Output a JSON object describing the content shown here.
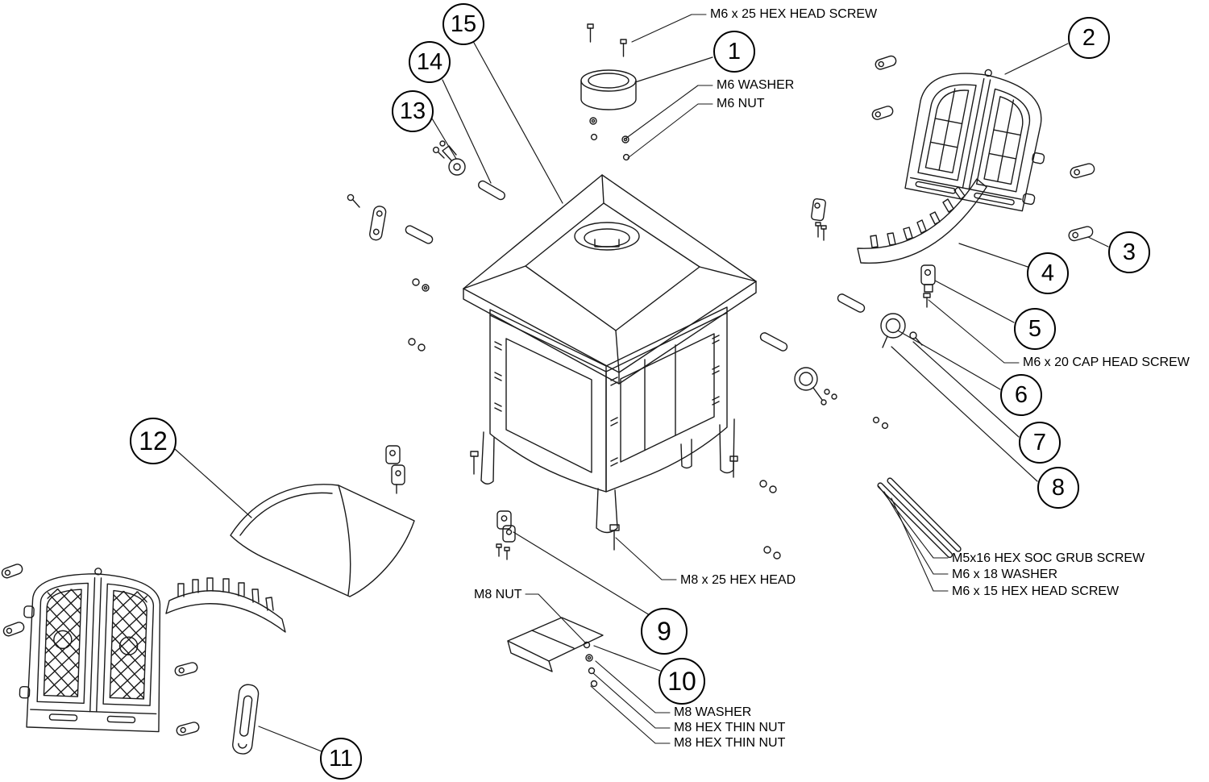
{
  "diagram": {
    "type": "exploded-parts-diagram",
    "background_color": "#ffffff",
    "line_color": "#1a1a1a",
    "balloons": [
      {
        "number": "1"
      },
      {
        "number": "2"
      },
      {
        "number": "3"
      },
      {
        "number": "4"
      },
      {
        "number": "5"
      },
      {
        "number": "6"
      },
      {
        "number": "7"
      },
      {
        "number": "8"
      },
      {
        "number": "9"
      },
      {
        "number": "10"
      },
      {
        "number": "11"
      },
      {
        "number": "12"
      },
      {
        "number": "13"
      },
      {
        "number": "14"
      },
      {
        "number": "15"
      }
    ],
    "labels": {
      "m6x25_hex_head_screw": "M6 x 25 HEX HEAD SCREW",
      "m6_washer": "M6 WASHER",
      "m6_nut": "M6 NUT",
      "m6x20_cap_head_screw": "M6 x 20 CAP HEAD SCREW",
      "m5x16_hex_soc_grub_screw": "M5x16 HEX SOC GRUB SCREW",
      "m6x18_washer": "M6 x 18 WASHER",
      "m6x15_hex_head_screw": "M6 x 15 HEX HEAD SCREW",
      "m8x25_hex_head": "M8 x 25 HEX HEAD",
      "m8_nut": "M8 NUT",
      "m8_washer": "M8 WASHER",
      "m8_hex_thin_nut_1": "M8 HEX THIN NUT",
      "m8_hex_thin_nut_2": "M8 HEX THIN NUT"
    }
  }
}
